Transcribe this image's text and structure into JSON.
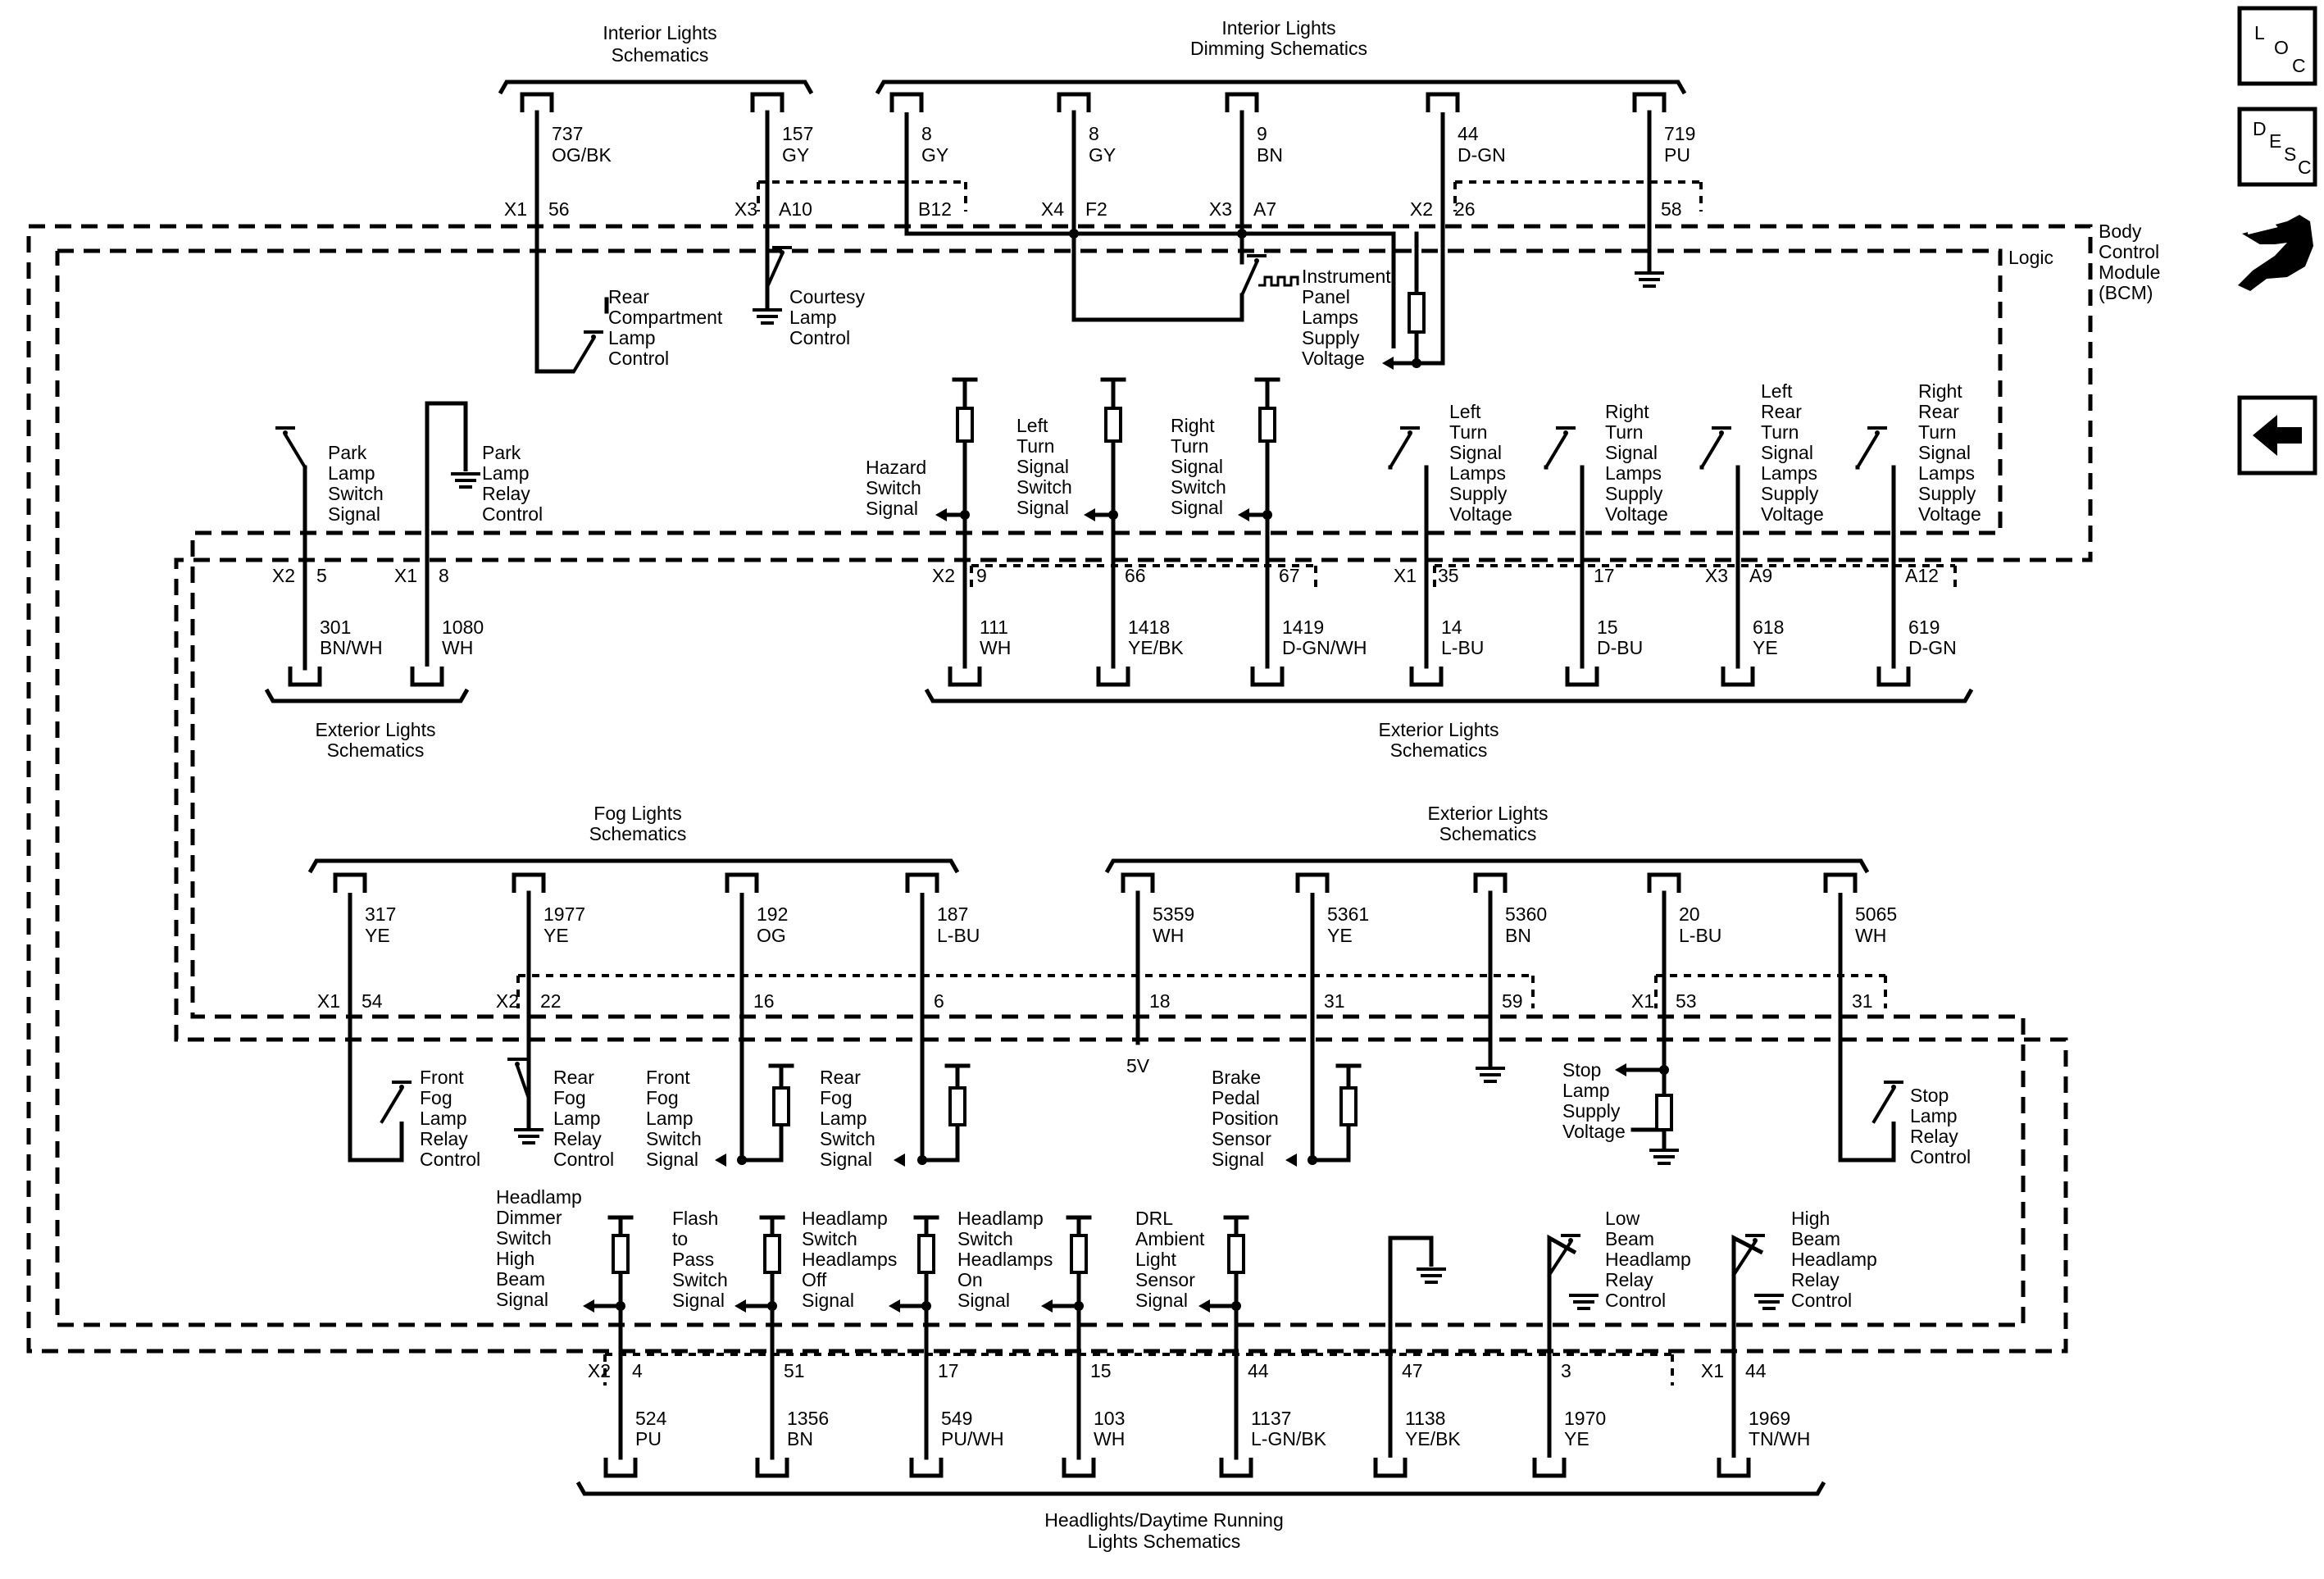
{
  "top_groups": [
    {
      "lines": [
        "Interior Lights",
        "Schematics"
      ]
    },
    {
      "lines": [
        "Interior Lights",
        "Dimming Schematics"
      ]
    },
    {
      "lines": [
        "Exterior Lights",
        "Schematics"
      ]
    },
    {
      "lines": [
        "Exterior Lights",
        "Schematics"
      ]
    },
    {
      "lines": [
        "Fog Lights",
        "Schematics"
      ]
    },
    {
      "lines": [
        "Exterior Lights",
        "Schematics"
      ]
    },
    {
      "lines": [
        "Headlights/Daytime Running",
        "Lights Schematics"
      ]
    }
  ],
  "module": {
    "name_lines": [
      "Body",
      "Control",
      "Module",
      "(BCM)"
    ],
    "logic_label": "Logic",
    "voltage_label": "5V"
  },
  "wires": [
    {
      "circuit": "737",
      "color": "OG/BK",
      "connector": "X1",
      "pin": "56"
    },
    {
      "circuit": "157",
      "color": "GY",
      "connector": "X3",
      "pin": "A10"
    },
    {
      "circuit": "8",
      "color": "GY",
      "connector": "",
      "pin": "B12"
    },
    {
      "circuit": "8",
      "color": "GY",
      "connector": "X4",
      "pin": "F2"
    },
    {
      "circuit": "9",
      "color": "BN",
      "connector": "X3",
      "pin": "A7"
    },
    {
      "circuit": "44",
      "color": "D-GN",
      "connector": "X2",
      "pin": "26"
    },
    {
      "circuit": "719",
      "color": "PU",
      "connector": "",
      "pin": "58"
    },
    {
      "circuit": "301",
      "color": "BN/WH",
      "connector": "X2",
      "pin": "5"
    },
    {
      "circuit": "1080",
      "color": "WH",
      "connector": "X1",
      "pin": "8"
    },
    {
      "circuit": "111",
      "color": "WH",
      "connector": "X2",
      "pin": "9"
    },
    {
      "circuit": "1418",
      "color": "YE/BK",
      "connector": "",
      "pin": "66"
    },
    {
      "circuit": "1419",
      "color": "D-GN/WH",
      "connector": "",
      "pin": "67"
    },
    {
      "circuit": "14",
      "color": "L-BU",
      "connector": "X1",
      "pin": "35"
    },
    {
      "circuit": "15",
      "color": "D-BU",
      "connector": "",
      "pin": "17"
    },
    {
      "circuit": "618",
      "color": "YE",
      "connector": "X3",
      "pin": "A9"
    },
    {
      "circuit": "619",
      "color": "D-GN",
      "connector": "",
      "pin": "A12"
    },
    {
      "circuit": "317",
      "color": "YE",
      "connector": "X1",
      "pin": "54"
    },
    {
      "circuit": "1977",
      "color": "YE",
      "connector": "X2",
      "pin": "22"
    },
    {
      "circuit": "192",
      "color": "OG",
      "connector": "",
      "pin": "16"
    },
    {
      "circuit": "187",
      "color": "L-BU",
      "connector": "",
      "pin": "6"
    },
    {
      "circuit": "5359",
      "color": "WH",
      "connector": "",
      "pin": "18"
    },
    {
      "circuit": "5361",
      "color": "YE",
      "connector": "",
      "pin": "31"
    },
    {
      "circuit": "5360",
      "color": "BN",
      "connector": "",
      "pin": "59"
    },
    {
      "circuit": "20",
      "color": "L-BU",
      "connector": "X1",
      "pin": "53"
    },
    {
      "circuit": "5065",
      "color": "WH",
      "connector": "",
      "pin": "31"
    },
    {
      "circuit": "524",
      "color": "PU",
      "connector": "X2",
      "pin": "4"
    },
    {
      "circuit": "1356",
      "color": "BN",
      "connector": "",
      "pin": "51"
    },
    {
      "circuit": "549",
      "color": "PU/WH",
      "connector": "",
      "pin": "17"
    },
    {
      "circuit": "103",
      "color": "WH",
      "connector": "",
      "pin": "15"
    },
    {
      "circuit": "1137",
      "color": "L-GN/BK",
      "connector": "",
      "pin": "44"
    },
    {
      "circuit": "1138",
      "color": "YE/BK",
      "connector": "",
      "pin": "47"
    },
    {
      "circuit": "1970",
      "color": "YE",
      "connector": "",
      "pin": "3"
    },
    {
      "circuit": "1969",
      "color": "TN/WH",
      "connector": "X1",
      "pin": "44"
    }
  ],
  "signals": [
    {
      "lines": [
        "Rear",
        "Compartment",
        "Lamp",
        "Control"
      ]
    },
    {
      "lines": [
        "Courtesy",
        "Lamp",
        "Control"
      ]
    },
    {
      "lines": [
        "Instrument",
        "Panel",
        "Lamps",
        "Supply",
        "Voltage"
      ]
    },
    {
      "lines": [
        "Park",
        "Lamp",
        "Switch",
        "Signal"
      ]
    },
    {
      "lines": [
        "Park",
        "Lamp",
        "Relay",
        "Control"
      ]
    },
    {
      "lines": [
        "Hazard",
        "Switch",
        "Signal"
      ]
    },
    {
      "lines": [
        "Left",
        "Turn",
        "Signal",
        "Switch",
        "Signal"
      ]
    },
    {
      "lines": [
        "Right",
        "Turn",
        "Signal",
        "Switch",
        "Signal"
      ]
    },
    {
      "lines": [
        "Left",
        "Turn",
        "Signal",
        "Lamps",
        "Supply",
        "Voltage"
      ]
    },
    {
      "lines": [
        "Right",
        "Turn",
        "Signal",
        "Lamps",
        "Supply",
        "Voltage"
      ]
    },
    {
      "lines": [
        "Left",
        "Rear",
        "Turn",
        "Signal",
        "Lamps",
        "Supply",
        "Voltage"
      ]
    },
    {
      "lines": [
        "Right",
        "Rear",
        "Turn",
        "Signal",
        "Lamps",
        "Supply",
        "Voltage"
      ]
    },
    {
      "lines": [
        "Front",
        "Fog",
        "Lamp",
        "Relay",
        "Control"
      ]
    },
    {
      "lines": [
        "Rear",
        "Fog",
        "Lamp",
        "Relay",
        "Control"
      ]
    },
    {
      "lines": [
        "Front",
        "Fog",
        "Lamp",
        "Switch",
        "Signal"
      ]
    },
    {
      "lines": [
        "Rear",
        "Fog",
        "Lamp",
        "Switch",
        "Signal"
      ]
    },
    {
      "lines": [
        "Brake",
        "Pedal",
        "Position",
        "Sensor",
        "Signal"
      ]
    },
    {
      "lines": [
        "Stop",
        "Lamp",
        "Supply",
        "Voltage"
      ]
    },
    {
      "lines": [
        "Stop",
        "Lamp",
        "Relay",
        "Control"
      ]
    },
    {
      "lines": [
        "Headlamp",
        "Dimmer",
        "Switch",
        "High",
        "Beam",
        "Signal"
      ]
    },
    {
      "lines": [
        "Flash",
        "to",
        "Pass",
        "Switch",
        "Signal"
      ]
    },
    {
      "lines": [
        "Headlamp",
        "Switch",
        "Headlamps",
        "Off",
        "Signal"
      ]
    },
    {
      "lines": [
        "Headlamp",
        "Switch",
        "Headlamps",
        "On",
        "Signal"
      ]
    },
    {
      "lines": [
        "DRL",
        "Ambient",
        "Light",
        "Sensor",
        "Signal"
      ]
    },
    {
      "lines": [
        "Low",
        "Beam",
        "Headlamp",
        "Relay",
        "Control"
      ]
    },
    {
      "lines": [
        "High",
        "Beam",
        "Headlamp",
        "Relay",
        "Control"
      ]
    }
  ],
  "sidebar": [
    {
      "icon": "loc-icon",
      "main": "L",
      "sub1": "O",
      "sub2": "C"
    },
    {
      "icon": "desc-icon",
      "main": "D",
      "sub1": "E",
      "sub2": "S",
      "sub3": "C"
    },
    {
      "icon": "connector-tool-icon"
    },
    {
      "icon": "back-arrow-icon"
    }
  ]
}
